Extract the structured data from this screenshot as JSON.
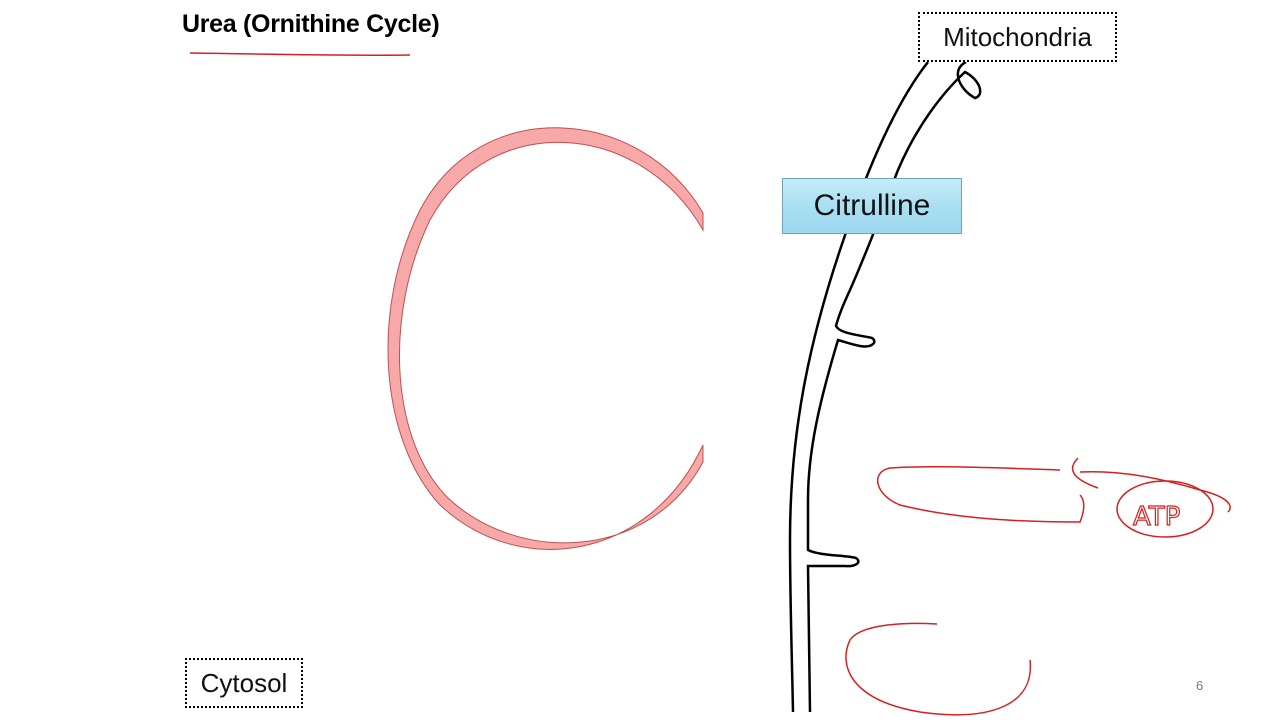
{
  "slide": {
    "title": "Urea (Ornithine Cycle)",
    "page_number": "6"
  },
  "labels": {
    "mitochondria": "Mitochondria",
    "cytosol": "Cytosol",
    "citrulline": "Citrulline"
  },
  "annotations": {
    "handwritten": "ATP"
  },
  "colors": {
    "cycle_fill": "#f7a8a8",
    "cycle_stroke": "#c05050",
    "ink": "#d62020",
    "membrane": "#000000",
    "citrulline_box": "#a8def2"
  }
}
